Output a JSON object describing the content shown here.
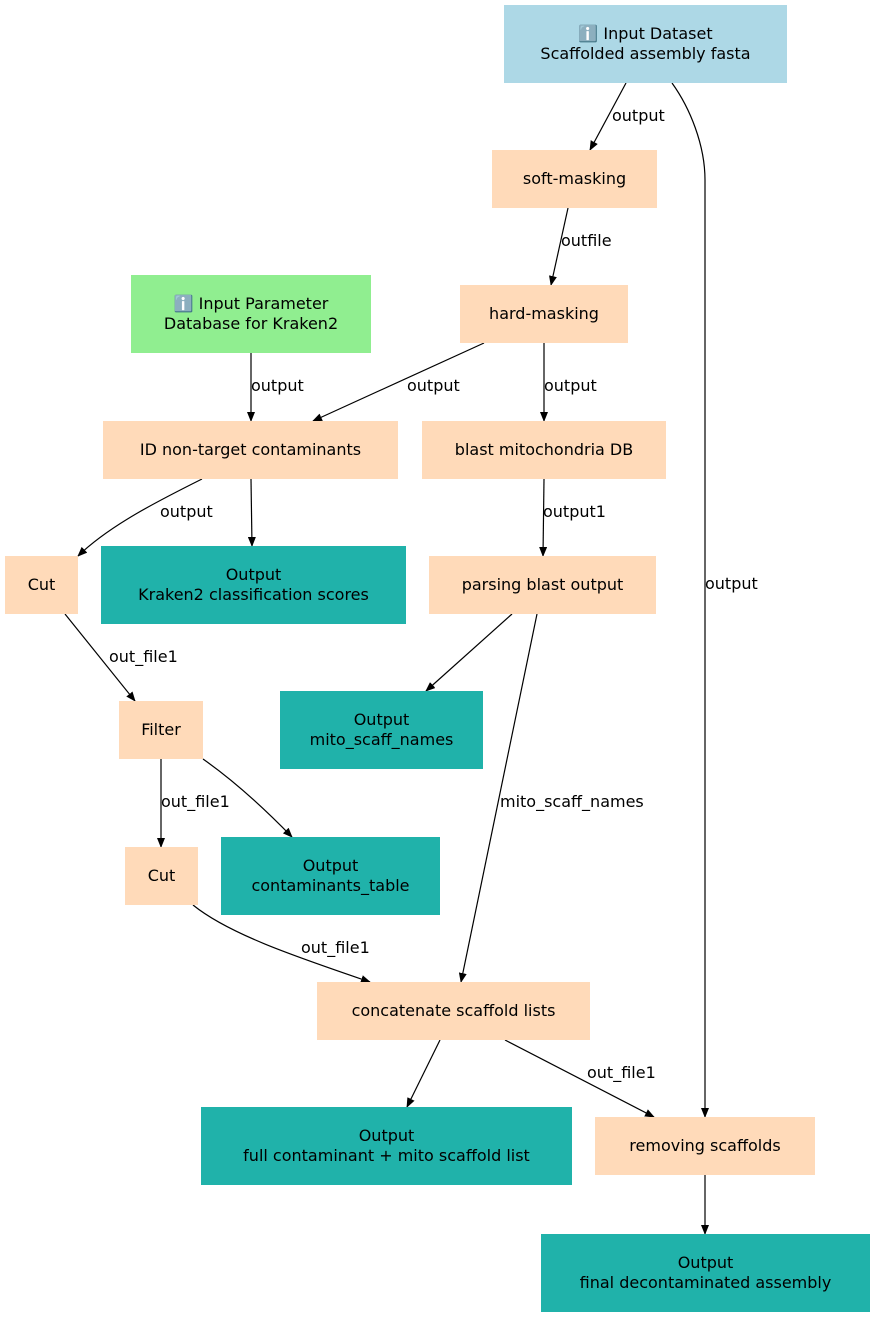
{
  "colors": {
    "input_dataset": "#add8e6",
    "input_parameter": "#90ee90",
    "step": "#ffdab9",
    "output": "#20b2aa",
    "edge": "#000000"
  },
  "nodes": [
    {
      "id": "input-dataset",
      "kind": "input_dataset",
      "icon": "info-icon",
      "lines": [
        "ℹ️ Input Dataset",
        "Scaffolded assembly fasta"
      ]
    },
    {
      "id": "soft-masking",
      "kind": "step",
      "lines": [
        "soft-masking"
      ]
    },
    {
      "id": "hard-masking",
      "kind": "step",
      "lines": [
        "hard-masking"
      ]
    },
    {
      "id": "input-parameter",
      "kind": "input_parameter",
      "icon": "info-icon",
      "lines": [
        "ℹ️ Input Parameter",
        "Database for Kraken2"
      ]
    },
    {
      "id": "id-non-target",
      "kind": "step",
      "lines": [
        "ID non-target contaminants"
      ]
    },
    {
      "id": "blast-mito",
      "kind": "step",
      "lines": [
        "blast mitochondria DB"
      ]
    },
    {
      "id": "cut-1",
      "kind": "step",
      "lines": [
        "Cut"
      ]
    },
    {
      "id": "out-kraken",
      "kind": "output",
      "lines": [
        "Output",
        "Kraken2 classification scores"
      ]
    },
    {
      "id": "parsing-blast",
      "kind": "step",
      "lines": [
        "parsing blast output"
      ]
    },
    {
      "id": "filter",
      "kind": "step",
      "lines": [
        "Filter"
      ]
    },
    {
      "id": "out-mito-names",
      "kind": "output",
      "lines": [
        "Output",
        "mito_scaff_names"
      ]
    },
    {
      "id": "cut-2",
      "kind": "step",
      "lines": [
        "Cut"
      ]
    },
    {
      "id": "out-contam-table",
      "kind": "output",
      "lines": [
        "Output",
        "contaminants_table"
      ]
    },
    {
      "id": "concat",
      "kind": "step",
      "lines": [
        "concatenate scaffold lists"
      ]
    },
    {
      "id": "out-full-list",
      "kind": "output",
      "lines": [
        "Output",
        "full contaminant + mito scaffold list"
      ]
    },
    {
      "id": "removing",
      "kind": "step",
      "lines": [
        "removing scaffolds"
      ]
    },
    {
      "id": "out-final",
      "kind": "output",
      "lines": [
        "Output",
        "final decontaminated assembly"
      ]
    }
  ],
  "edges": [
    {
      "id": "e1",
      "from": "input-dataset",
      "to": "soft-masking",
      "label": "output"
    },
    {
      "id": "e2",
      "from": "input-dataset",
      "to": "removing",
      "label": "output"
    },
    {
      "id": "e3",
      "from": "soft-masking",
      "to": "hard-masking",
      "label": "outfile"
    },
    {
      "id": "e4",
      "from": "input-parameter",
      "to": "id-non-target",
      "label": "output"
    },
    {
      "id": "e5",
      "from": "hard-masking",
      "to": "id-non-target",
      "label": "output"
    },
    {
      "id": "e6",
      "from": "hard-masking",
      "to": "blast-mito",
      "label": "output"
    },
    {
      "id": "e7",
      "from": "id-non-target",
      "to": "cut-1",
      "label": "output"
    },
    {
      "id": "e8",
      "from": "id-non-target",
      "to": "out-kraken",
      "label": ""
    },
    {
      "id": "e9",
      "from": "blast-mito",
      "to": "parsing-blast",
      "label": "output1"
    },
    {
      "id": "e10",
      "from": "cut-1",
      "to": "filter",
      "label": "out_file1"
    },
    {
      "id": "e11",
      "from": "parsing-blast",
      "to": "out-mito-names",
      "label": ""
    },
    {
      "id": "e12",
      "from": "parsing-blast",
      "to": "concat",
      "label": "mito_scaff_names"
    },
    {
      "id": "e13",
      "from": "filter",
      "to": "cut-2",
      "label": "out_file1"
    },
    {
      "id": "e14",
      "from": "filter",
      "to": "out-contam-table",
      "label": ""
    },
    {
      "id": "e15",
      "from": "cut-2",
      "to": "concat",
      "label": "out_file1"
    },
    {
      "id": "e16",
      "from": "concat",
      "to": "out-full-list",
      "label": ""
    },
    {
      "id": "e17",
      "from": "concat",
      "to": "removing",
      "label": "out_file1"
    },
    {
      "id": "e18",
      "from": "removing",
      "to": "out-final",
      "label": ""
    }
  ]
}
